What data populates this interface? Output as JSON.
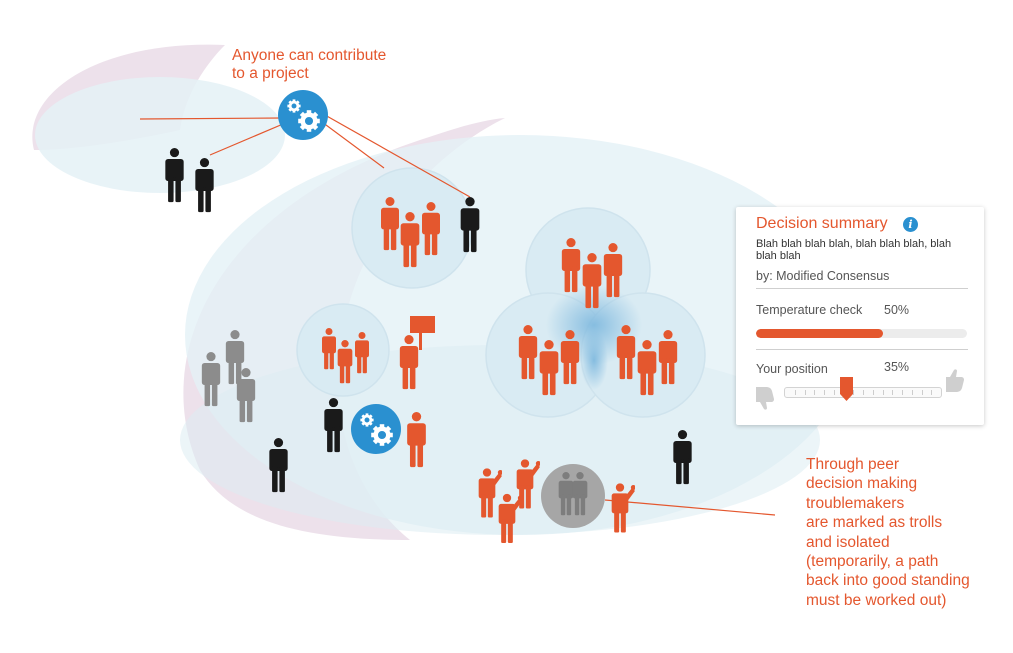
{
  "callouts": {
    "top": [
      "Anyone can contribute",
      "to a project"
    ],
    "right": [
      "Through peer",
      "decision making",
      "troublemakers",
      "are marked as trolls",
      "and isolated",
      "(temporarily, a path",
      "back into good standing",
      "must be worked out)"
    ]
  },
  "panel": {
    "title": "Decision summary",
    "info_icon": "i",
    "body": "Blah blah blah blah,  blah blah blah, blah blah blah",
    "by": "by: Modified Consensus",
    "temperature_label": "Temperature check",
    "temperature_value": "50%",
    "temperature_fill": 0.6,
    "position_label": "Your position",
    "position_value": "35%",
    "position_fill": 0.4,
    "icons": [
      "thumbs-down-icon",
      "thumbs-up-icon"
    ]
  },
  "colors": {
    "accent": "#e4572e",
    "person_dark": "#1a1a1a",
    "person_grey": "#8c8c8c",
    "gear_blue": "#2a90d0",
    "bubble": "#e8f3f7",
    "purple": "#e6d8e3"
  },
  "icons": [
    "gear-icon",
    "person-icon",
    "protest-sign-icon",
    "troll-group-icon"
  ]
}
